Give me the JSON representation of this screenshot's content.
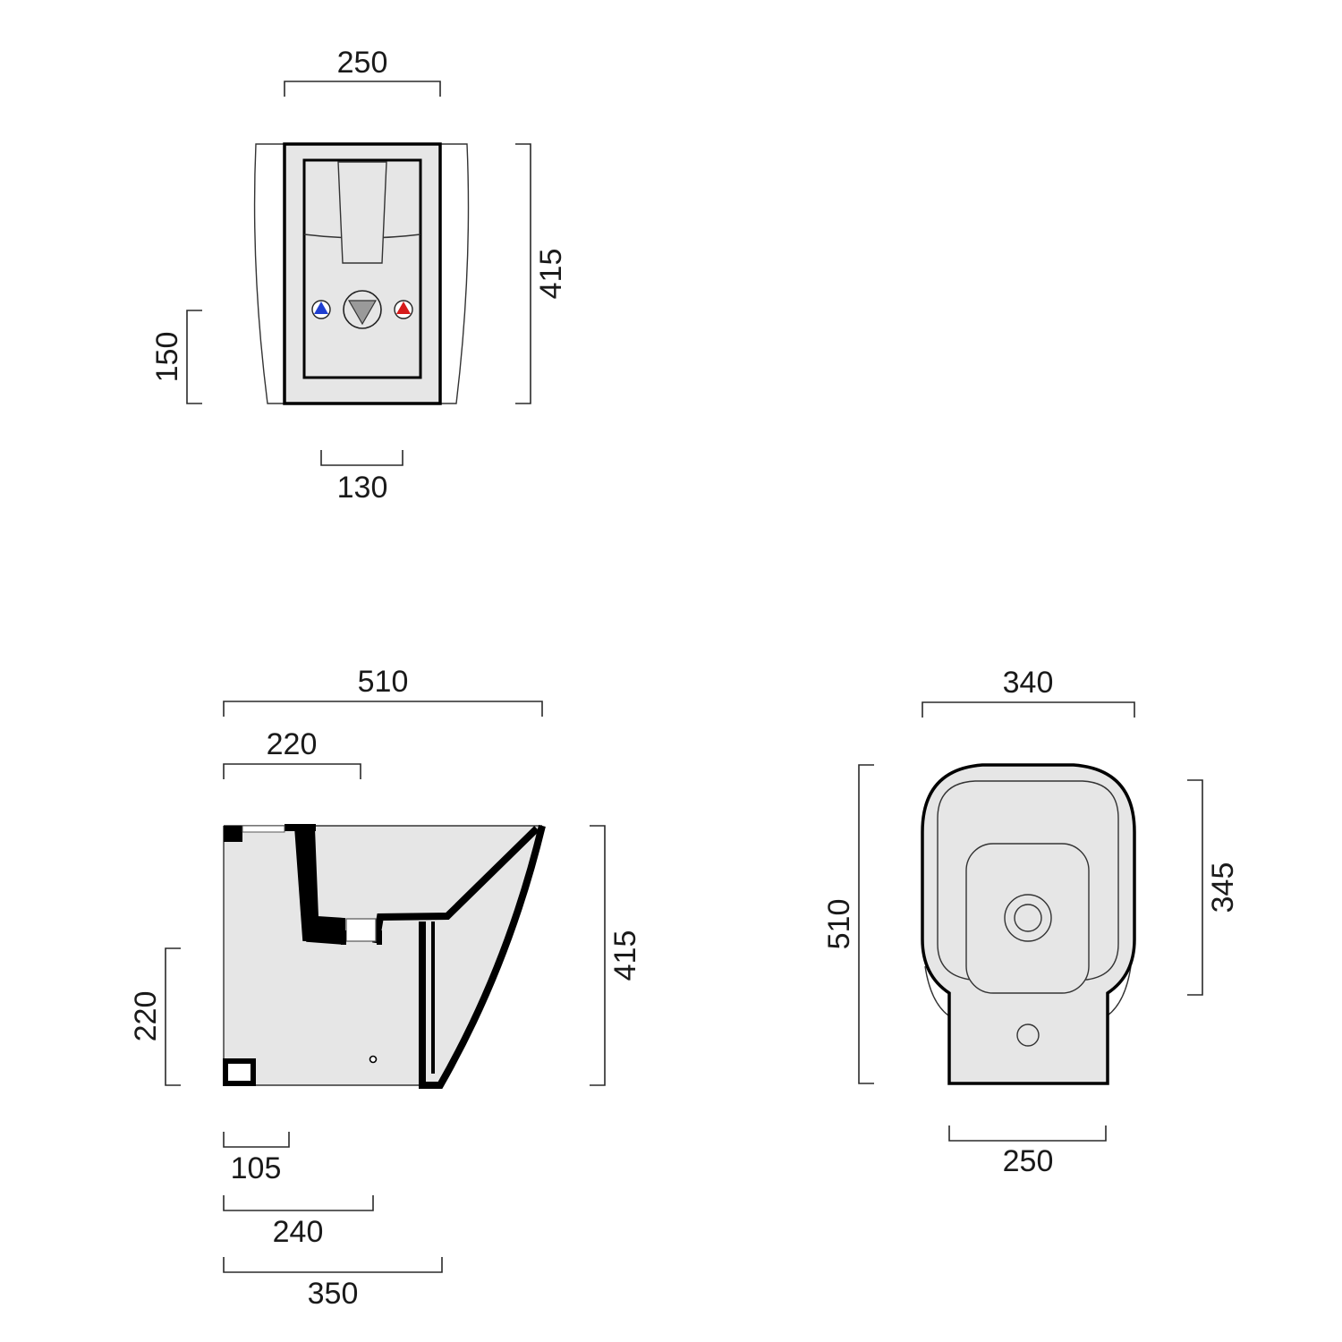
{
  "drawing": {
    "views": {
      "rear": {
        "dims": {
          "width_top": "250",
          "height_right": "415",
          "height_left": "150",
          "width_bottom": "130"
        }
      },
      "side": {
        "dims": {
          "overall_length": "510",
          "length_220": "220",
          "height_right": "415",
          "height_left": "220",
          "length_105": "105",
          "length_240": "240",
          "length_350": "350"
        }
      },
      "top": {
        "dims": {
          "width_top": "340",
          "length_left": "510",
          "length_right": "345",
          "width_bottom": "250"
        }
      }
    }
  },
  "colors": {
    "background": "#ffffff",
    "body_fill": "#e6e6e6",
    "outline": "#000000",
    "cold_indicator": "#1f3fd1",
    "hot_indicator": "#d61b1b"
  }
}
